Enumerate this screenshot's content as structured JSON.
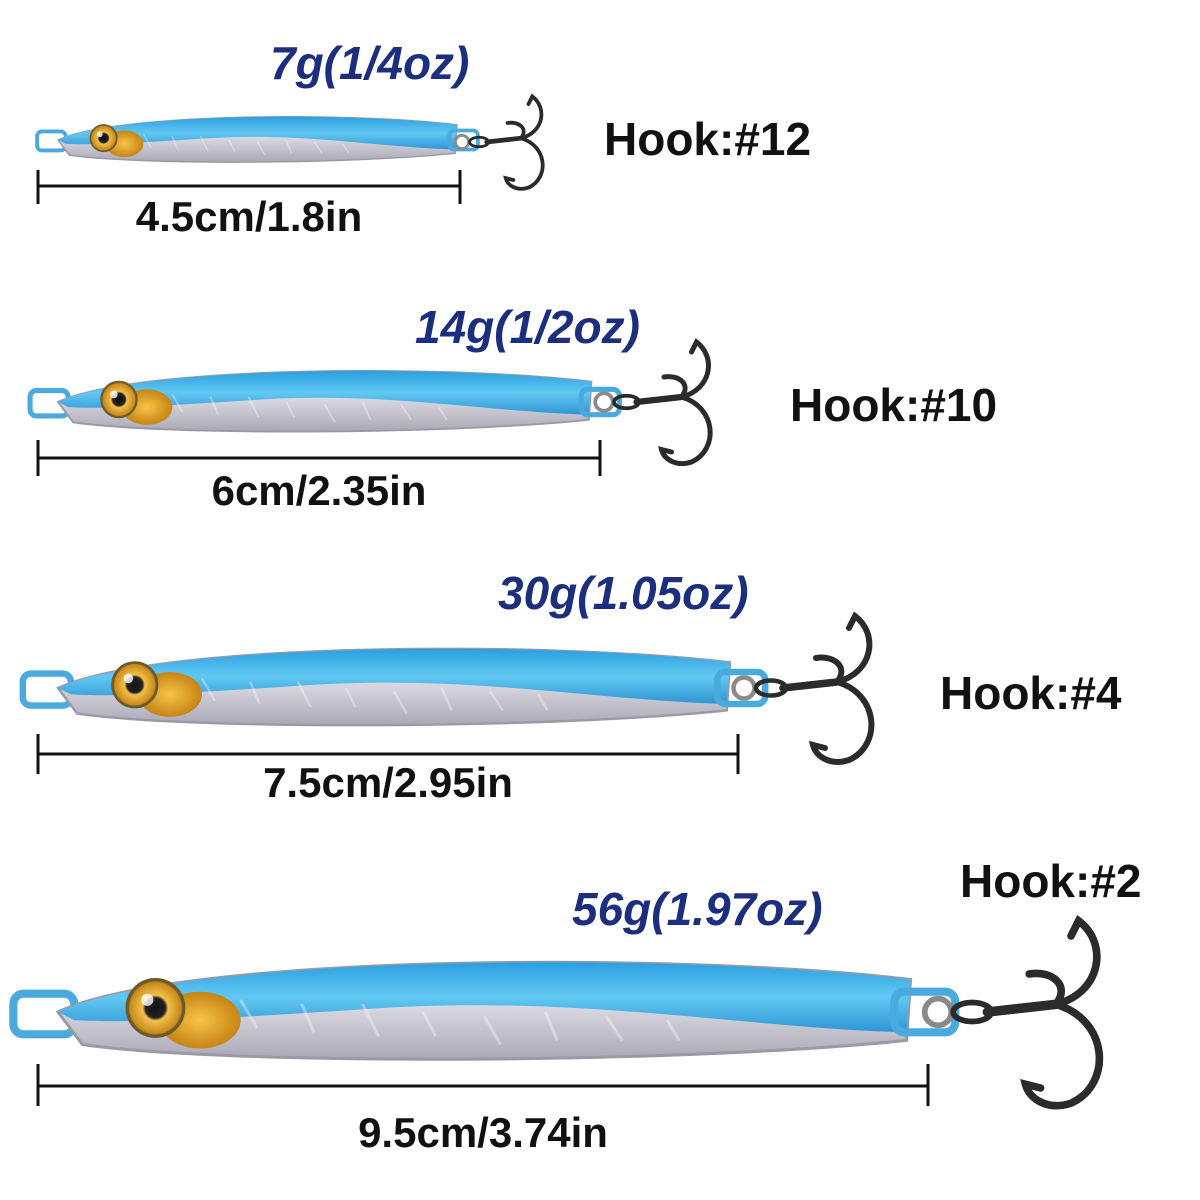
{
  "colors": {
    "weight_text": "#1b2f7e",
    "label_text": "#111111",
    "lure_blue": "#3fb0e6",
    "lure_silver": "#d9d9e2",
    "eye_gold": "#e8a530",
    "hook": "#2b2b2b"
  },
  "lures": [
    {
      "weight": "7g(1/4oz)",
      "length": "4.5cm/1.8in",
      "hook": "Hook:#12"
    },
    {
      "weight": "14g(1/2oz)",
      "length": "6cm/2.35in",
      "hook": "Hook:#10"
    },
    {
      "weight": "30g(1.05oz)",
      "length": "7.5cm/2.95in",
      "hook": "Hook:#4"
    },
    {
      "weight": "56g(1.97oz)",
      "length": "9.5cm/3.74in",
      "hook": "Hook:#2"
    }
  ]
}
